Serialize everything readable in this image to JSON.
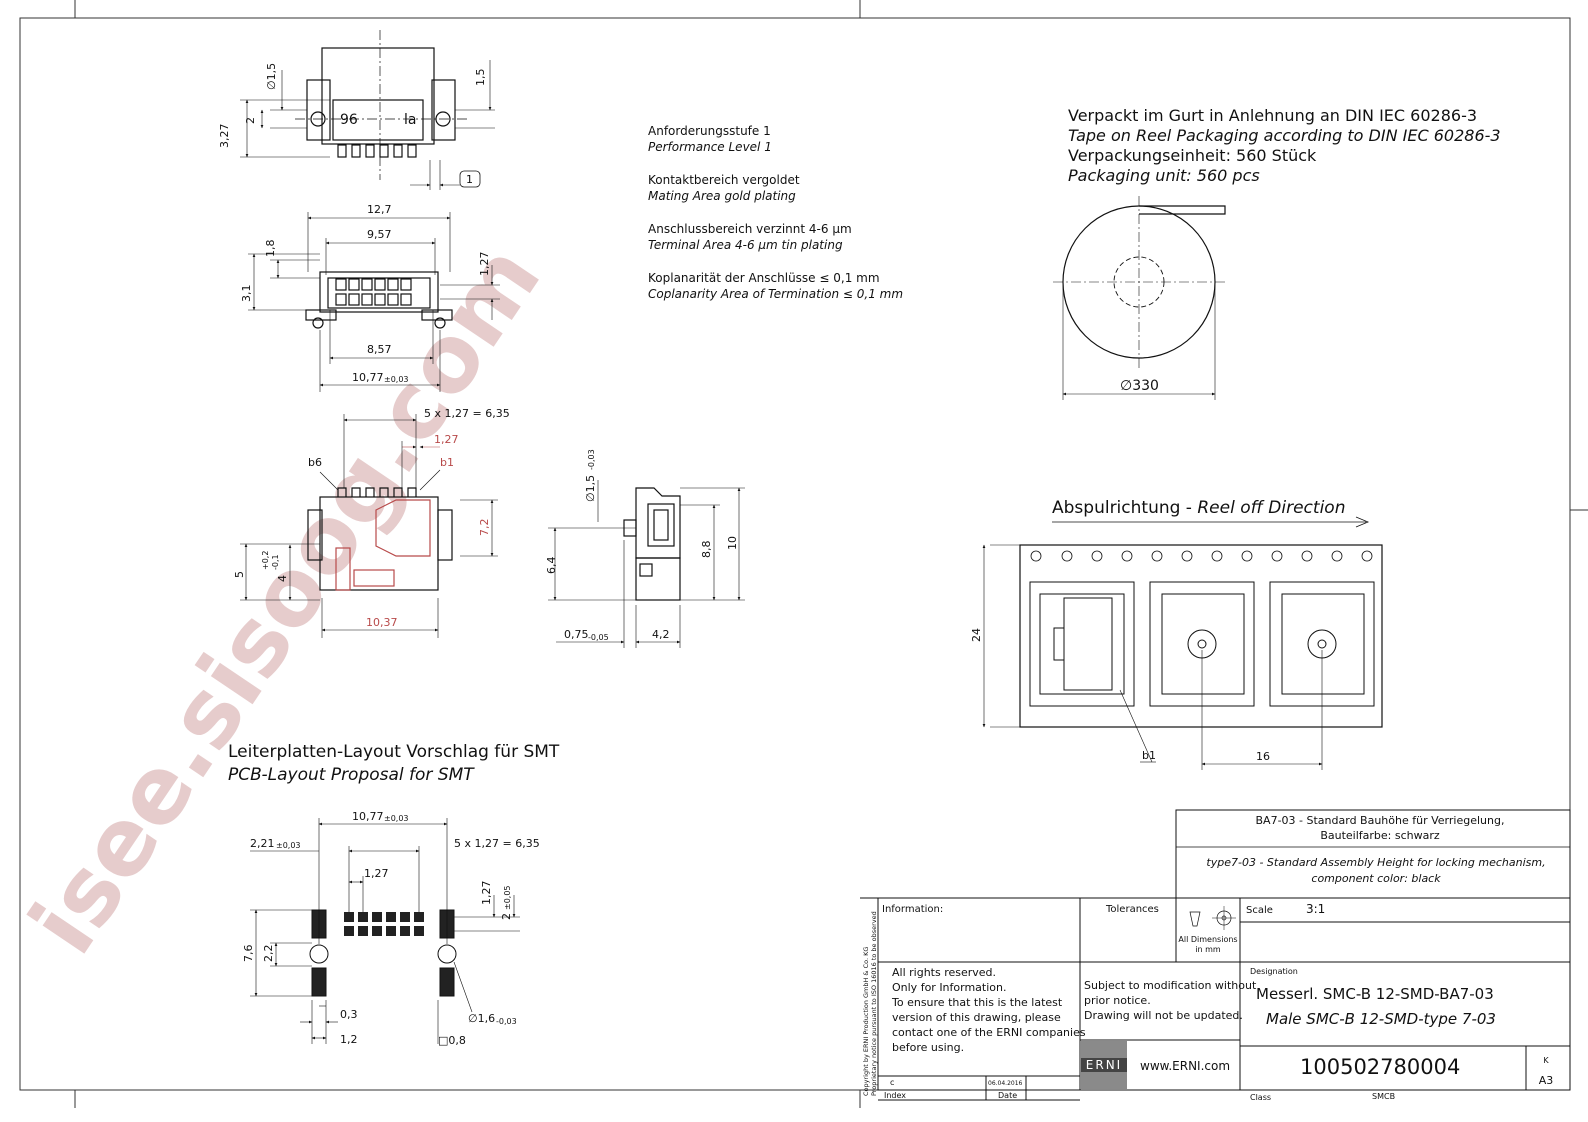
{
  "top_view": {
    "d_1_5": "∅1,5",
    "d_1_5b": "1,5",
    "h_3_27": "3,27",
    "h_2": "2",
    "flat_1": "1",
    "mark_left": "96",
    "mark_right": "la"
  },
  "front_view": {
    "w_12_7": "12,7",
    "w_9_57": "9,57",
    "h_1_8": "1,8",
    "h_3_1": "3,1",
    "p_1_27": "1,27",
    "w_8_57": "8,57",
    "w_10_77": "10,77",
    "tol_10_77": "±0,03"
  },
  "side_view": {
    "pitch_total": "5 x 1,27 = 6,35",
    "pitch": "1,27",
    "label_b6": "b6",
    "label_b1": "b1",
    "h_7_2": "7,2",
    "h_5": "5",
    "h_4": "4",
    "tol_4_plus": "+0,2",
    "tol_4_minus": "-0,1",
    "w_10_37": "10,37"
  },
  "profile_view": {
    "d_1_5": "∅1,5",
    "tol_1_5": "-0,03",
    "h_6_4": "6,4",
    "h_8_8": "8,8",
    "h_10": "10",
    "w_0_75": "0,75",
    "tol_0_75": "-0,05",
    "w_4_2": "4,2"
  },
  "notes": {
    "l1_de": "Anforderungsstufe 1",
    "l1_en": "Performance Level 1",
    "l2_de": "Kontaktbereich vergoldet",
    "l2_en": "Mating Area gold plating",
    "l3_de": "Anschlussbereich verzinnt 4-6 µm",
    "l3_en": "Terminal Area 4-6 µm tin plating",
    "l4_de": "Koplanarität der Anschlüsse ≤ 0,1 mm",
    "l4_en": "Coplanarity Area of Termination ≤ 0,1 mm"
  },
  "packaging": {
    "de1": "Verpackt im Gurt in Anlehnung an DIN IEC 60286-3",
    "en1": "Tape on Reel Packaging according to DIN IEC 60286-3",
    "de2": "Verpackungseinheit:  560 Stück",
    "en2": "Packaging unit:  560 pcs",
    "reel_diameter": "∅330"
  },
  "reel_off": {
    "title_de": "Abspulrichtung - ",
    "title_en": "Reel off Direction",
    "w_24": "24",
    "w_16": "16",
    "label_b1": "b1"
  },
  "pcb_layout": {
    "title_de": "Leiterplatten-Layout Vorschlag für SMT",
    "title_en": "PCB-Layout Proposal for SMT",
    "w_10_77": "10,77",
    "tol_10_77": "±0,03",
    "w_2_21": "2,21",
    "tol_2_21": "±0,03",
    "pitch_total": "5 x 1,27 = 6,35",
    "pitch": "1,27",
    "p_1_27v": "1,27",
    "h_2": "2",
    "tol_2": "±0,05",
    "h_7_6": "7,6",
    "h_2_2": "2,2",
    "w_0_3": "0,3",
    "w_1_2": "1,2",
    "d_1_6": "∅1,6",
    "tol_1_6": "-0,03",
    "sq_0_8": "□0,8"
  },
  "description_box": {
    "de1": "BA7-03 - Standard Bauhöhe für Verriegelung,",
    "de2": "Bauteilfarbe: schwarz",
    "en1": "type7-03 - Standard Assembly Height for locking mechanism,",
    "en2": "component color: black"
  },
  "title_block": {
    "information_label": "Information:",
    "tolerances_label": "Tolerances",
    "all_dim_1": "All Dimensions",
    "all_dim_2": "in mm",
    "scale_label": "Scale",
    "scale_value": "3:1",
    "rights_1": "All rights reserved.",
    "rights_2": "Only for Information.",
    "rights_3": "To ensure that this is the latest",
    "rights_4": "version of this drawing, please",
    "rights_5": "contact one of the ERNI companies",
    "rights_6": "before using.",
    "subject_1": "Subject to modification without",
    "subject_2": "prior notice.",
    "subject_3": "Drawing will not be updated.",
    "designation_label": "Designation",
    "designation_de": "Messerl. SMC-B 12-SMD-BA7-03",
    "designation_en": "Male SMC-B 12-SMD-type 7-03",
    "logo": "ERNI",
    "website": "www.ERNI.com",
    "part_number": "100502780004",
    "rev": "K",
    "format": "A3",
    "index_label": "Index",
    "date_label": "Date",
    "index_value": "c",
    "date_value": "06.04.2016",
    "class_label": "Class",
    "class_value": "SMCB",
    "copyright_1": "Copyright by ERNI Production GmbH & Co. KG",
    "copyright_2": "Proprietary notice pursuant to ISO 16016 to be observed"
  },
  "watermark": "isee.sisoog.com"
}
